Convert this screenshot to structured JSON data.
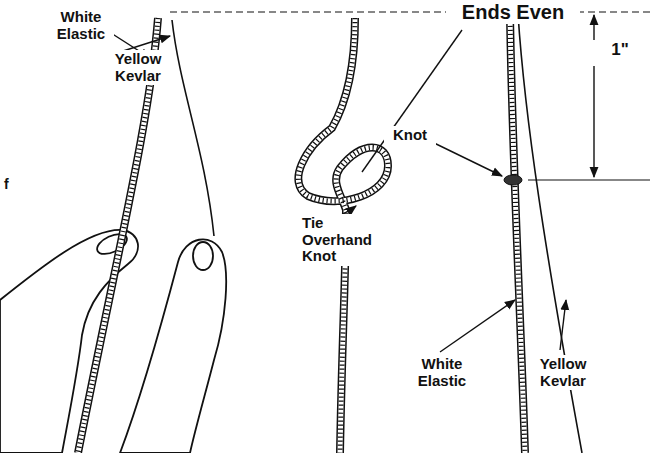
{
  "diagram": {
    "labels": [
      "White Elastic",
      "Yellow Kevlar",
      "Ends Even",
      "Tie Overhand Knot",
      "1\"",
      "Knot",
      "White Elastic",
      "Yellow Kevlar",
      "f"
    ]
  }
}
